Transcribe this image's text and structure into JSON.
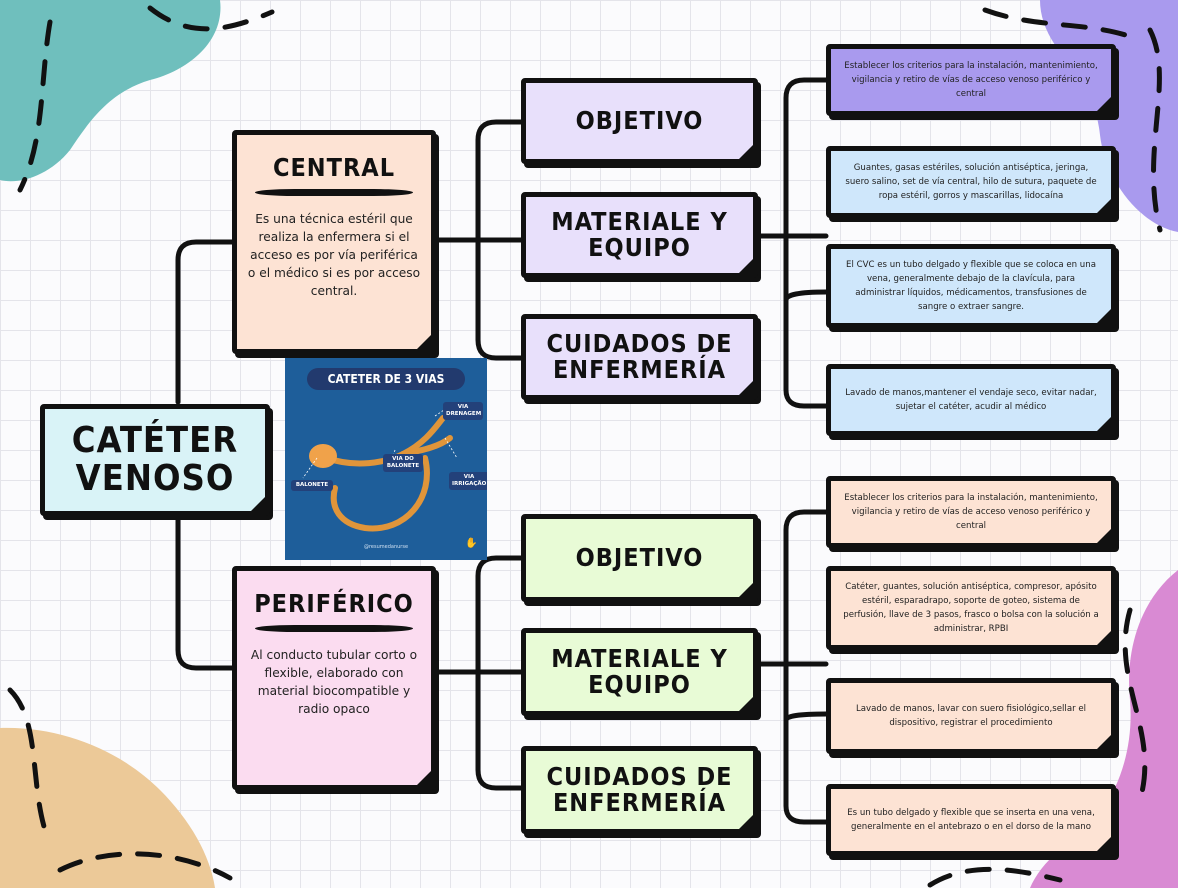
{
  "root": {
    "title_line1": "CATÉTER",
    "title_line2": "VENOSO"
  },
  "central": {
    "title": "CENTRAL",
    "description": "Es una técnica estéril que realiza la enfermera si el acceso es por vía periférica  o el médico si es por acceso central.",
    "objetivo": "OBJETIVO",
    "materiale_line1": "MATERIALE Y",
    "materiale_line2": "EQUIPO",
    "cuidados_line1": "CUIDADOS DE",
    "cuidados_line2": "ENFERMERÍA",
    "leaves": [
      "Establecer los criterios para la instalación, mantenimiento, vigilancia y retiro de vías de acceso venoso periférico y central",
      "Guantes, gasas estériles, solución antiséptica, jeringa, suero salino, set de vía central, hilo de sutura, paquete de ropa estéril, gorros y mascarillas, lidocaína",
      "El CVC es un tubo delgado y flexible que se coloca en una vena, generalmente debajo de la clavícula, para administrar líquidos, médicamentos, transfusiones de sangre o extraer sangre.",
      "Lavado de manos,mantener el vendaje seco, evitar nadar, sujetar el catéter, acudir al médico"
    ]
  },
  "periferico": {
    "title": "PERIFÉRICO",
    "description": "Al conducto tubular corto o flexible, elaborado con material biocompatible y radio opaco",
    "objetivo": "OBJETIVO",
    "materiale_line1": "MATERIALE Y",
    "materiale_line2": "EQUIPO",
    "cuidados_line1": "CUIDADOS DE",
    "cuidados_line2": "ENFERMERÍA",
    "leaves": [
      "Establecer los criterios para la instalación, mantenimiento, vigilancia y retiro de vías de acceso venoso periférico y central",
      "Catéter, guantes, solución antiséptica, compresor, apósito estéril, esparadrapo, soporte de goteo, sistema de perfusión, llave de 3 pasos, frasco o bolsa con la solución a administrar, RPBI",
      "Lavado de manos, lavar con suero fisiológico,sellar el dispositivo, registrar el procedimiento",
      "Es un tubo delgado y flexible que se inserta en una vena, generalmente en el antebrazo o en el dorso de la mano"
    ]
  },
  "image": {
    "title": "CATETER DE 3 VIAS",
    "label_drenagem": "VIA DRENAGEM",
    "label_balonete_via": "VIA DO BALONETE",
    "label_irrigacao": "VIA IRRIGAÇÃO",
    "label_balonete": "BALONETE",
    "credit": "@resumedanurse"
  },
  "colors": {
    "teal": "#6fbfbd",
    "lavender": "#a99aee",
    "orchid": "#d98ad3",
    "sand": "#ecc998",
    "catheter": "#e0953a"
  },
  "icons": [
    "catheter-illustration",
    "hand-icon"
  ]
}
